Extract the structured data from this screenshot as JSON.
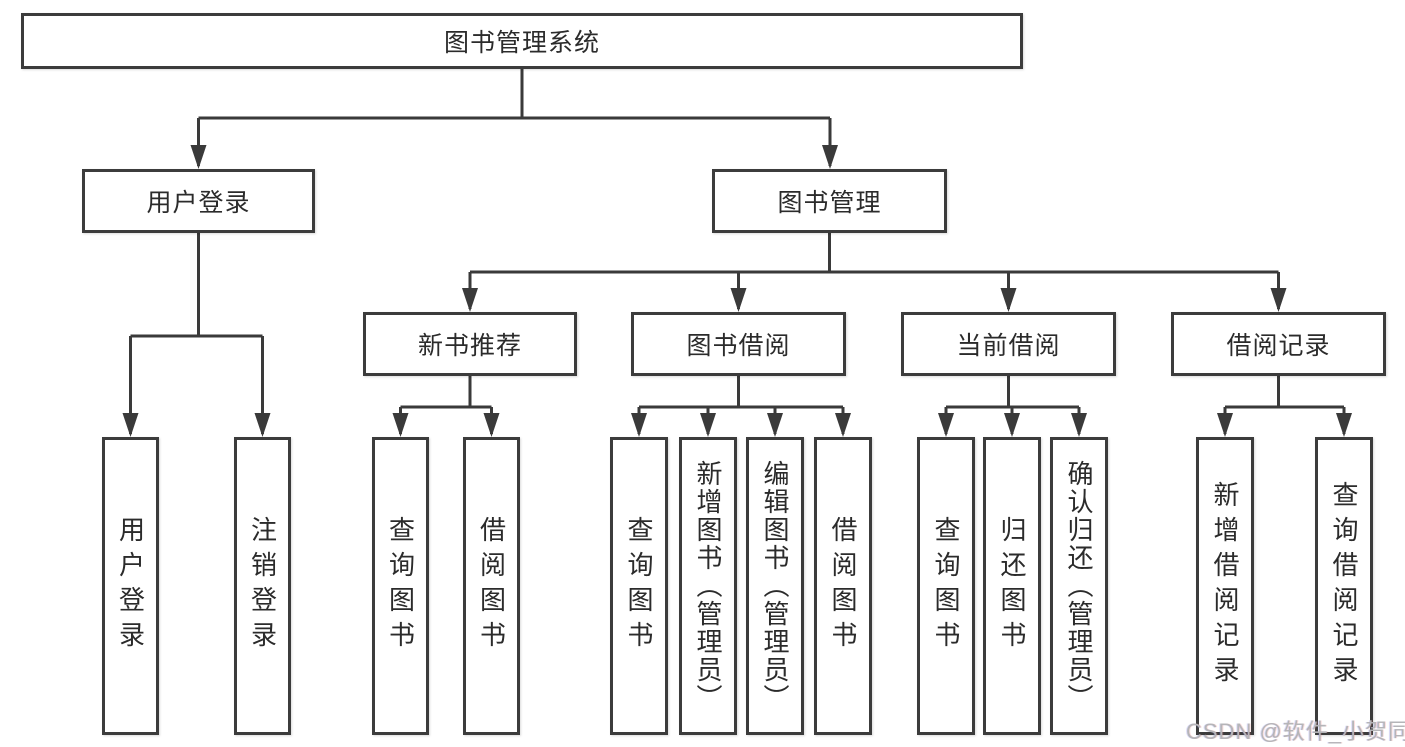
{
  "diagram": {
    "root": {
      "label": "图书管理系统"
    },
    "branches": [
      {
        "label": "用户登录",
        "children": [
          {
            "label": "用户登录"
          },
          {
            "label": "注销登录"
          }
        ]
      },
      {
        "label": "图书管理",
        "children": [
          {
            "label": "新书推荐",
            "children": [
              {
                "label": "查询图书"
              },
              {
                "label": "借阅图书"
              }
            ]
          },
          {
            "label": "图书借阅",
            "children": [
              {
                "label": "查询图书"
              },
              {
                "label": "新增图书（管理员）"
              },
              {
                "label": "编辑图书（管理员）"
              },
              {
                "label": "借阅图书"
              }
            ]
          },
          {
            "label": "当前借阅",
            "children": [
              {
                "label": "查询图书"
              },
              {
                "label": "归还图书"
              },
              {
                "label": "确认归还（管理员）"
              }
            ]
          },
          {
            "label": "借阅记录",
            "children": [
              {
                "label": "新增借阅记录"
              },
              {
                "label": "查询借阅记录"
              }
            ]
          }
        ]
      }
    ]
  },
  "watermark": {
    "text": "CSDN @软件_小贺同学"
  },
  "colors": {
    "line": "#3a3a3a",
    "text": "#2b2b2b",
    "background": "#ffffff",
    "watermark": "#b5b5b8"
  }
}
